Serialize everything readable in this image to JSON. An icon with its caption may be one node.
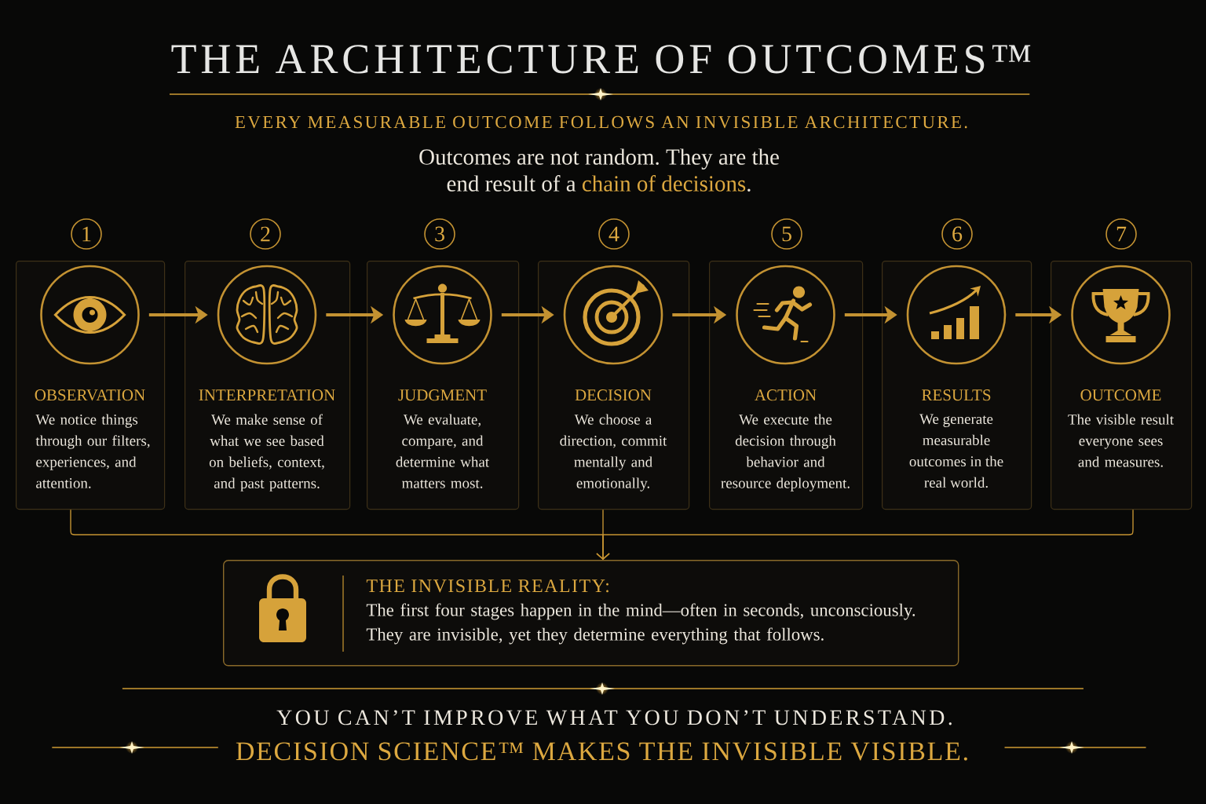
{
  "diagram": {
    "title": "THE ARCHITECTURE OF OUTCOMES™",
    "nodes": [
      {
        "text": [
          "1"
        ]
      },
      {
        "text": [
          "2"
        ]
      },
      {
        "text": [
          "3"
        ]
      },
      {
        "text": [
          "4"
        ]
      },
      {
        "text": [
          "5"
        ]
      },
      {
        "text": [
          "6"
        ]
      },
      {
        "text": [
          "7"
        ]
      },
      {
        "text": [
          "OBSERVATION",
          "We notice things through our filters, experiences, and attention."
        ]
      },
      {
        "text": [],
        "shape": "circle",
        "in": 7
      },
      {
        "text": [
          "INTERPRETATION",
          "We make sense of what we see based on beliefs, context, and past patterns."
        ]
      },
      {
        "text": [],
        "shape": "circle",
        "in": 9
      },
      {
        "text": [
          "JUDGMENT",
          "We evaluate, compare, and determine what matters most."
        ]
      },
      {
        "text": [],
        "shape": "circle",
        "in": 11
      },
      {
        "text": [
          "DECISION",
          "We choose a direction, commit mentally and emotionally."
        ]
      },
      {
        "text": [],
        "shape": "circle",
        "in": 13
      },
      {
        "text": [
          "ACTION",
          "We execute the decision through behavior and resource deployment."
        ]
      },
      {
        "text": [],
        "shape": "circle",
        "in": 15
      },
      {
        "text": [
          "RESULTS",
          "We generate measurable outcomes in the real world."
        ]
      },
      {
        "text": [],
        "shape": "circle",
        "in": 17
      },
      {
        "text": [
          "OUTCOME",
          "The visible result everyone sees and measures."
        ]
      },
      {
        "text": [],
        "shape": "circle",
        "in": 19
      },
      {
        "text": [
          "THE INVISIBLE REALITY:",
          "The first four stages happen in the mind—often in seconds, unconsciously. They are invisible, yet they determine everything that follows."
        ]
      }
    ],
    "edges": [
      {
        "from": 8,
        "to": 10,
        "arrow": "to"
      },
      {
        "from": 10,
        "to": 12,
        "arrow": "to"
      },
      {
        "from": 12,
        "to": 14,
        "arrow": "to"
      },
      {
        "from": 14,
        "to": 16,
        "arrow": "to"
      },
      {
        "from": 16,
        "to": 18,
        "arrow": "to"
      },
      {
        "from": 18,
        "to": 20,
        "arrow": "to"
      },
      {
        "from": 7,
        "to": 21,
        "arrow": "to"
      },
      {
        "from": 13,
        "to": 21,
        "arrow": "to"
      },
      {
        "from": 19,
        "to": 21,
        "arrow": "to"
      }
    ],
    "labels": [
      "EVERY MEASURABLE OUTCOME FOLLOWS AN INVISIBLE ARCHITECTURE.",
      "Outcomes are not random. They are the end result of a **chain of decisions**.",
      "YOU CAN’T IMPROVE WHAT YOU DON’T UNDERSTAND.",
      "DECISION SCIENCE™ MAKES THE INVISIBLE VISIBLE."
    ]
  }
}
